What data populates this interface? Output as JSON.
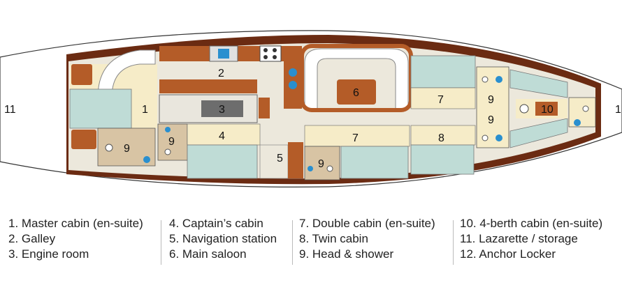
{
  "plan_labels": {
    "r1": "1",
    "r2": "2",
    "r3": "3",
    "r4": "4",
    "r5": "5",
    "r6": "6",
    "r7a": "7",
    "r7b": "7",
    "r8": "8",
    "r9a": "9",
    "r9b": "9",
    "r9c": "9",
    "r9d": "9",
    "r9e": "9",
    "r10": "10",
    "r11": "11",
    "r12": "1"
  },
  "legend": {
    "col1": [
      "1. Master cabin (en-suite)",
      "2. Galley",
      "3. Engine room"
    ],
    "col2": [
      "4. Captain’s cabin",
      "5. Navigation station",
      "6. Main saloon"
    ],
    "col3": [
      "7. Double cabin (en-suite)",
      "8. Twin cabin",
      "9. Head & shower"
    ],
    "col4": [
      "10. 4-berth cabin (en-suite)",
      "11. Lazarette / storage",
      "12. Anchor Locker"
    ]
  },
  "colors": {
    "hull": "#6b2b12",
    "corridor": "#ece8dc",
    "cabin_floor": "#f6ecc8",
    "bunk": "#bfdcd6",
    "wood": "#b45c28",
    "head": "#d8c4a4",
    "engine": "#6d6d6d",
    "basin": "#2a8fcf"
  }
}
